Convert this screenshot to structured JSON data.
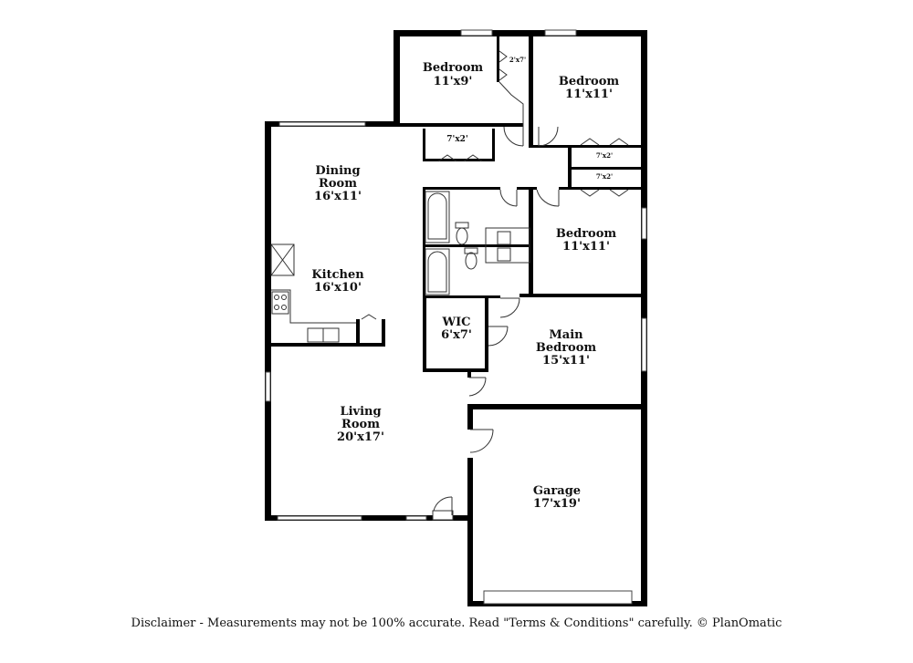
{
  "rooms": {
    "bedroom_top_left": {
      "name": "Bedroom",
      "size": "11'x9'"
    },
    "closet_top_left": {
      "size": "2'x7'"
    },
    "bedroom_top_right": {
      "name": "Bedroom",
      "size": "11'x11'"
    },
    "closet_hall": {
      "size": "7'x2'"
    },
    "closet_bed_top_right": {
      "size": "7'x2'"
    },
    "closet_bed_mid": {
      "size": "7'x2'"
    },
    "bedroom_mid": {
      "name": "Bedroom",
      "size": "11'x11'"
    },
    "dining": {
      "name_line1": "Dining",
      "name_line2": "Room",
      "size": "16'x11'"
    },
    "kitchen": {
      "name": "Kitchen",
      "size": "16'x10'"
    },
    "wic": {
      "name": "WIC",
      "size": "6'x7'"
    },
    "main_bedroom": {
      "name_line1": "Main",
      "name_line2": "Bedroom",
      "size": "15'x11'"
    },
    "living": {
      "name_line1": "Living",
      "name_line2": "Room",
      "size": "20'x17'"
    },
    "garage": {
      "name": "Garage",
      "size": "17'x19'"
    }
  },
  "disclaimer": "Disclaimer - Measurements may not be 100% accurate. Read \"Terms & Conditions\" carefully. © PlanOmatic"
}
